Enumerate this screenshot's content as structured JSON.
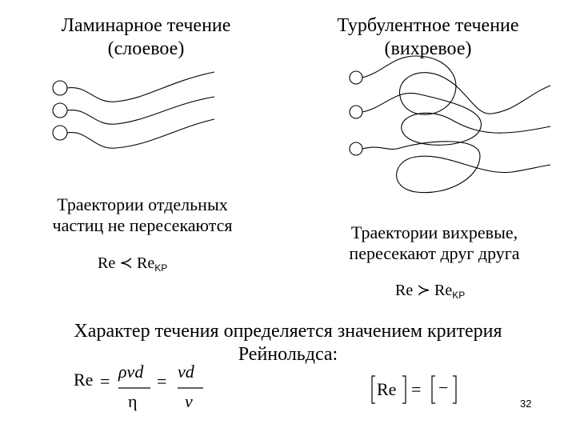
{
  "slide": {
    "laminar_title": "Ламинарное течение\n(слоевое)",
    "turbulent_title": "Турбулентное течение\n(вихревое)",
    "laminar_caption": "Траектории отдельных\nчастиц не пересекаются",
    "turbulent_caption": "Траектории вихревые,\nпересекают друг друга",
    "main_text": "Характер течения определяется значением критерия\nРейнольдса:",
    "page_number": "32"
  },
  "formulas": {
    "re_symbol": "Re",
    "kr_subscript": "KP",
    "less_sign": "≺",
    "greater_sign": "≻",
    "eq_sign": "=",
    "rho_v_d": "ρvd",
    "eta": "η",
    "v_d": "vd",
    "nu": "ν",
    "dimension_re": "[Re]",
    "dimension_value": "[−]"
  }
}
